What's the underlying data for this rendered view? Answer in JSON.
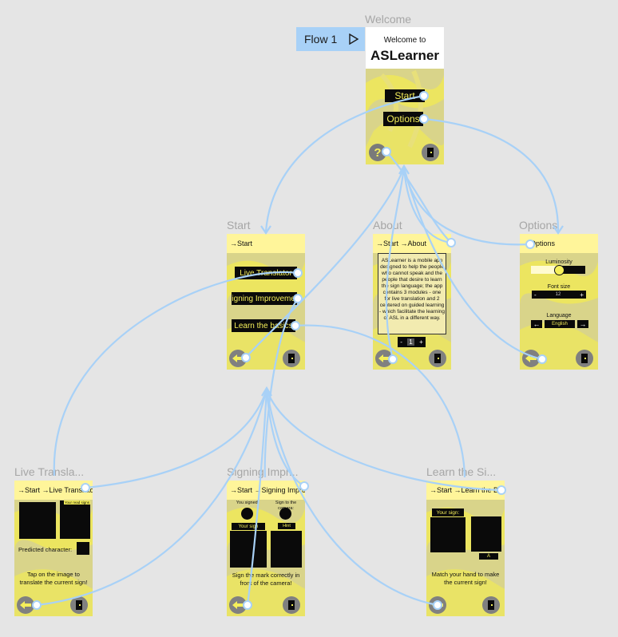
{
  "flow": {
    "label": "Flow 1"
  },
  "frames": {
    "welcome": {
      "title": "Welcome",
      "subtitle": "Welcome to",
      "app_name": "ASLearner",
      "start": "Start",
      "options": "Options",
      "help": "?"
    },
    "start": {
      "title": "Start",
      "crumb": "→Start",
      "live": "Live Translator",
      "signing": "Signing Improvement",
      "basics": "Learn the basics"
    },
    "about": {
      "title": "About",
      "crumb": "→Start →About",
      "body": "ASLearner is a mobile app designed to help the people who cannot speak and the people that desire to learn the sign language; the app contains 3 modules - one for live translation and 2 centered on guided learning - which facilitate the learning of ASL in a different way.",
      "minus": "-",
      "value": "1",
      "plus": "+"
    },
    "options": {
      "title": "Options",
      "crumb": "→Options",
      "luminosity": "Luminosity",
      "font_size": "Font size",
      "minus": "-",
      "font_value": "12",
      "plus": "+",
      "language": "Language",
      "language_value": "English"
    },
    "live": {
      "title": "Live Transla...",
      "crumb": "→Start →Live Translator",
      "your_reading": "Your read signs",
      "predicted": "Predicted character:",
      "tap": "Tap on the image to translate the current sign!"
    },
    "signing": {
      "title": "Signing Impr...",
      "crumb": "→Start →Signing Improvement",
      "you_signed": "You signed:",
      "sign_to_camera": "Sign to the camera:",
      "your_sign": "Your sign",
      "hint": "Hint",
      "instruction": "Sign the mark correctly in front of the camera!"
    },
    "learn": {
      "title": "Learn the Si...",
      "crumb": "→Start →Learn the Basics",
      "your_sign": "Your sign:",
      "letter": "A",
      "instruction": "Match your hand to make the current sign!"
    }
  },
  "colors": {
    "wire": "#a8d1f7",
    "accent": "#f5ef5a",
    "frame_bg": "#d9d48a"
  },
  "icons": {
    "play": "play-icon",
    "back": "arrow-left-icon",
    "exit": "exit-door-icon",
    "help": "question-icon"
  }
}
